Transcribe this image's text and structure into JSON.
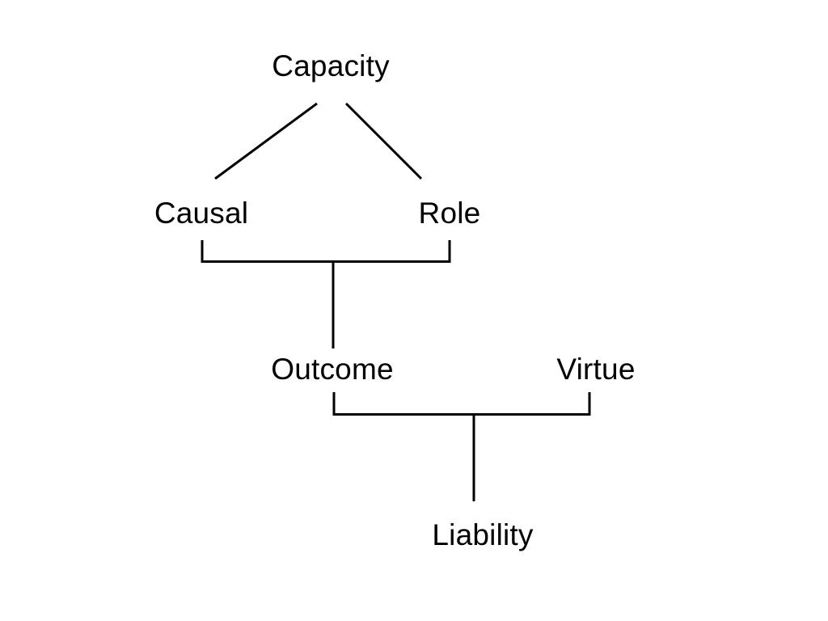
{
  "diagram": {
    "type": "tree",
    "background_color": "#ffffff",
    "line_color": "#000000",
    "text_color": "#000000",
    "nodes": {
      "capacity": {
        "label": "Capacity"
      },
      "causal": {
        "label": "Causal"
      },
      "role": {
        "label": "Role"
      },
      "outcome": {
        "label": "Outcome"
      },
      "virtue": {
        "label": "Virtue"
      },
      "liability": {
        "label": "Liability"
      }
    },
    "edges": [
      {
        "from": "Capacity",
        "to": "Causal",
        "style": "diagonal-line"
      },
      {
        "from": "Capacity",
        "to": "Role",
        "style": "diagonal-line"
      },
      {
        "from": "Causal + Role",
        "to": "Outcome",
        "style": "bracket"
      },
      {
        "from": "Outcome + Virtue",
        "to": "Liability",
        "style": "bracket"
      }
    ]
  }
}
